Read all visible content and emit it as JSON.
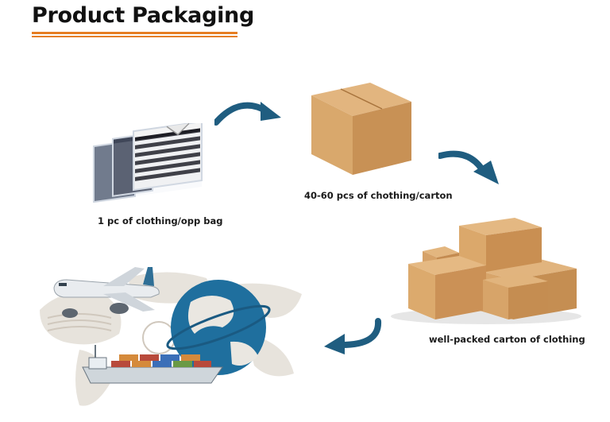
{
  "header": {
    "title": "Product Packaging"
  },
  "steps": [
    {
      "caption": "1 pc of clothing/opp bag",
      "icon": "folded-clothes-icon"
    },
    {
      "caption": "40-60 pcs of chothing/carton",
      "icon": "carton-box-icon"
    },
    {
      "caption": "well-packed carton of clothing",
      "icon": "stacked-cartons-icon"
    },
    {
      "caption": "",
      "icon": "shipping-globe-icon"
    }
  ],
  "colors": {
    "accent": "#e67e22",
    "arrow": "#1f5d80",
    "carton": "#d3a36a",
    "carton_dark": "#b8844d",
    "globe": "#1f6f9e"
  }
}
